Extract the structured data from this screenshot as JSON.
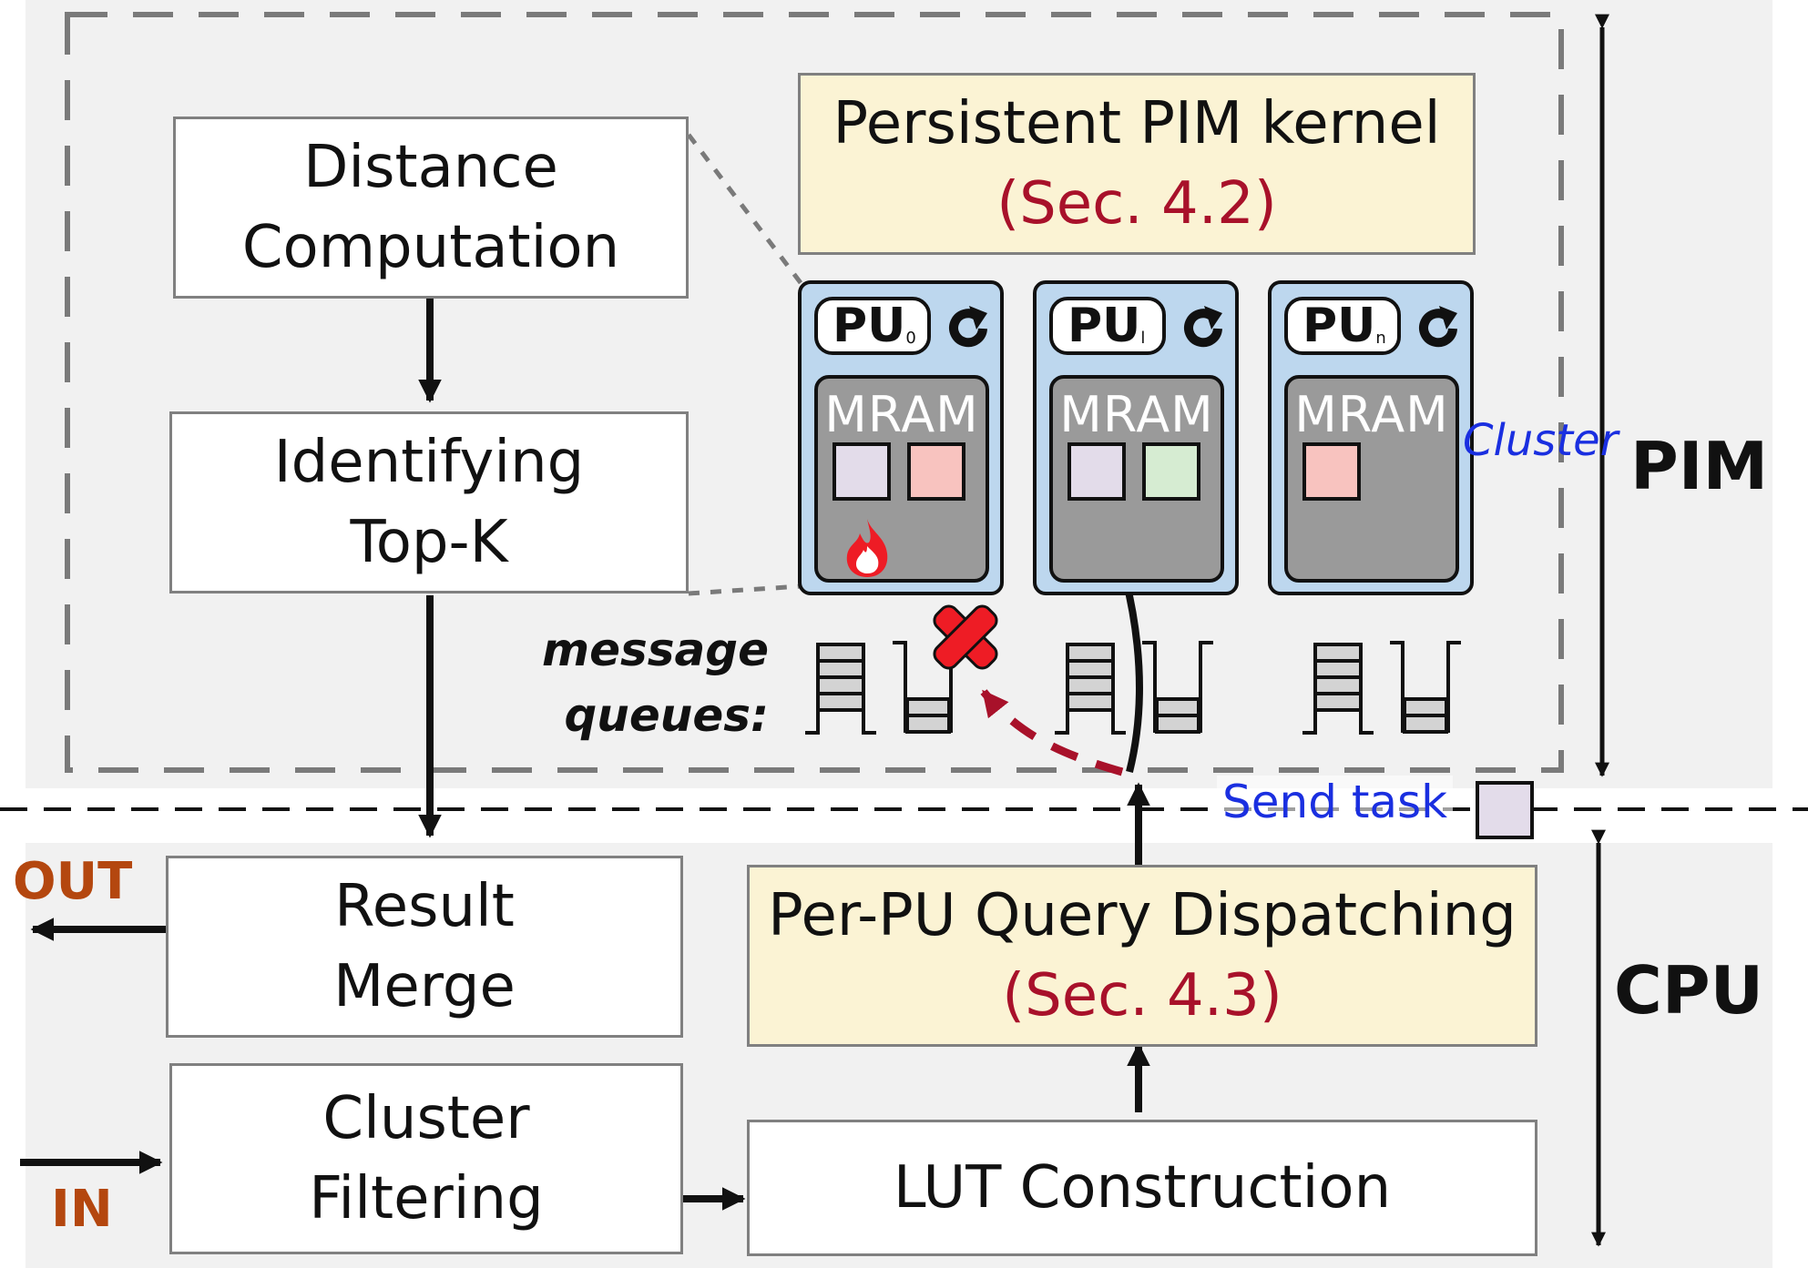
{
  "diagram": {
    "distance_computation": [
      "Distance",
      "Computation"
    ],
    "identifying_topk": [
      "Identifying",
      "Top-K"
    ],
    "result_merge": [
      "Result",
      "Merge"
    ],
    "cluster_filtering": [
      "Cluster",
      "Filtering"
    ],
    "lut_construction": "LUT Construction",
    "persistent_kernel": {
      "title": "Persistent PIM kernel",
      "ref": "(Sec. 4.2)"
    },
    "query_dispatching": {
      "title": "Per-PU Query Dispatching",
      "ref": "(Sec. 4.3)"
    },
    "pus": [
      {
        "name": "PU",
        "subscript": "0",
        "memory": "MRAM"
      },
      {
        "name": "PU",
        "subscript": "l",
        "memory": "MRAM"
      },
      {
        "name": "PU",
        "subscript": "n",
        "memory": "MRAM"
      }
    ],
    "cluster_label": "Cluster",
    "message_queues_label": [
      "message",
      "queues:"
    ],
    "send_task_label": "Send task",
    "pim_label": "PIM",
    "cpu_label": "CPU",
    "out_label": "OUT",
    "in_label": "IN",
    "colors": {
      "region_bg": "#f1f1f1",
      "highlight_box": "#fbf3d4",
      "pu_fill": "#bdd7ee",
      "mram_fill": "#9a9a9a",
      "task_purple": "#e3dcea",
      "task_red": "#f8c3bf",
      "task_green": "#d6ecd2",
      "section_ref_red": "#a8112a",
      "io_orange": "#b4470f",
      "cluster_blue": "#1a2fe0"
    }
  }
}
